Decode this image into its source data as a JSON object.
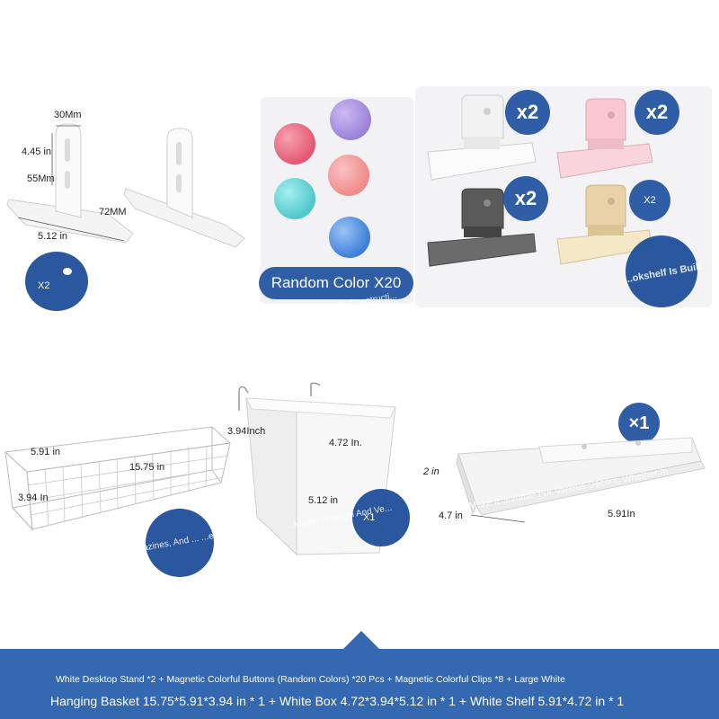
{
  "stand": {
    "dim_width": "30Mm",
    "dim_height": "4.45 in",
    "dim_slot": "55Mm",
    "dim_base": "72MM",
    "dim_length": "5.12 in",
    "qty": "X2"
  },
  "buttons": {
    "colors": [
      "#e9607a",
      "#a58fdc",
      "#f29a9a",
      "#63d4d7",
      "#4b8ce0"
    ],
    "label": "Random Color X20",
    "faded_text": "...le Constructi..."
  },
  "clips": {
    "qty_white": "x2",
    "qty_pink": "x2",
    "qty_gray": "x2",
    "qty_beige": "X2",
    "faded_text": "...okshelf Is Built"
  },
  "basket": {
    "dim_depth": "5.91 in",
    "dim_length": "15.75 in",
    "dim_height": "3.94 In",
    "faded_text": "...azines, And ... ...ed Items. P..."
  },
  "box": {
    "dim_width": "3.94Inch",
    "dim_top": "4.72 In.",
    "dim_height": "5.12 in",
    "qty": "X1",
    "faded_text": "...Modern Design And Ve..."
  },
  "shelf": {
    "qty": "×1",
    "dim_height": "2 in",
    "dim_depth": "4.7 in",
    "dim_length": "5.91In",
    "faded_text": "Make It Suitable For Various Decors, Whether In"
  },
  "footer": {
    "line1": "White Desktop Stand *2 + Magnetic Colorful Buttons (Random Colors) *20 Pcs + Magnetic Colorful Clips *8 + Large White",
    "line2": "Hanging Basket 15.75*5.91*3.94 in * 1 + White Box 4.72*3.94*5.12 in * 1 + White Shelf 5.91*4.72 in * 1"
  }
}
